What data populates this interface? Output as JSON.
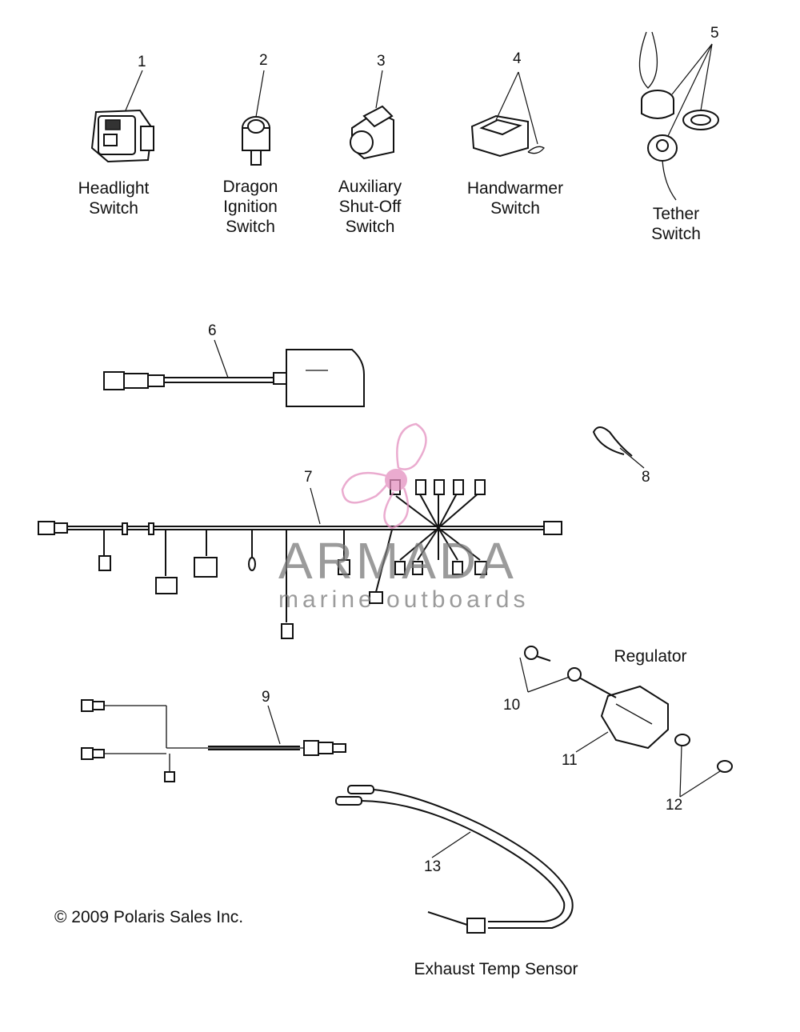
{
  "parts": [
    {
      "number": "1",
      "label": "Headlight\nSwitch"
    },
    {
      "number": "2",
      "label": "Dragon\nIgnition\nSwitch"
    },
    {
      "number": "3",
      "label": "Auxiliary\nShut-Off\nSwitch"
    },
    {
      "number": "4",
      "label": "Handwarmer\nSwitch"
    },
    {
      "number": "5",
      "label": "Tether\nSwitch"
    },
    {
      "number": "6"
    },
    {
      "number": "7"
    },
    {
      "number": "8"
    },
    {
      "number": "9"
    },
    {
      "number": "10"
    },
    {
      "number": "11"
    },
    {
      "number": "12"
    },
    {
      "number": "13",
      "label": "Exhaust Temp Sensor"
    }
  ],
  "regulator_label": "Regulator",
  "copyright": "© 2009 Polaris Sales Inc.",
  "watermark": {
    "name": "ARMADA",
    "tagline": "marine outboards",
    "logo_color": "#e48fbf",
    "text_color": "#7a7a7a"
  },
  "colors": {
    "line": "#111111",
    "background": "#ffffff"
  }
}
